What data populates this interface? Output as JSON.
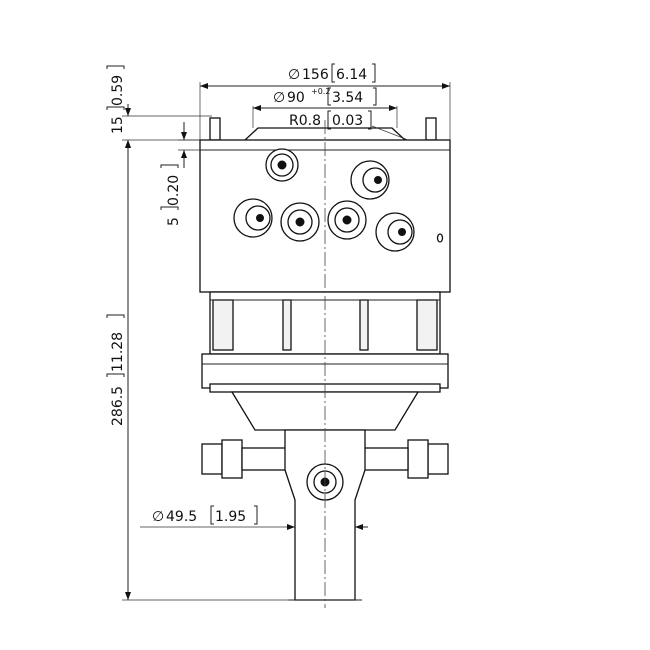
{
  "dimensions": {
    "outer_diameter": {
      "symbol": "∅",
      "metric": "156",
      "imperial": "6.14"
    },
    "bore_diameter": {
      "symbol": "∅",
      "metric": "90",
      "tolerance": "+0.2",
      "imperial": "3.54"
    },
    "radius": {
      "metric": "R0.8",
      "imperial": "0.03"
    },
    "top_offset": {
      "metric": "15",
      "imperial": "0.59"
    },
    "step_height": {
      "metric": "5",
      "imperial": "0.20"
    },
    "overall_height": {
      "metric": "286.5",
      "imperial": "11.28"
    },
    "shaft_diameter": {
      "symbol": "∅",
      "metric": "49.5",
      "imperial": "1.95"
    }
  }
}
